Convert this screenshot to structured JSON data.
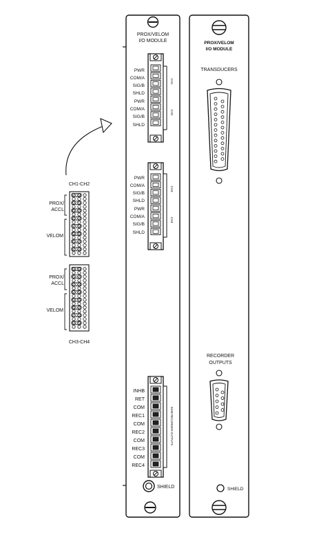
{
  "side_module": {
    "title_line1": "PROX/VELOM",
    "title_line2": "I/O MODULE",
    "terminal_block_1": {
      "labels": [
        "PWR",
        "COM/A",
        "SIG/B",
        "SHLD",
        "PWR",
        "COM/A",
        "SIG/B",
        "SHLD"
      ],
      "channel_tags": [
        "CH1",
        "CH2"
      ]
    },
    "terminal_block_2": {
      "labels": [
        "PWR",
        "COM/A",
        "SIG/B",
        "SHLD",
        "PWR",
        "COM/A",
        "SIG/B",
        "SHLD"
      ],
      "channel_tags": [
        "CH3",
        "CH4"
      ]
    },
    "terminal_block_3": {
      "labels": [
        "INHB",
        "RET",
        "COM",
        "REC1",
        "COM",
        "REC2",
        "COM",
        "REC3",
        "COM",
        "REC4"
      ],
      "vertical_tag": "INHB  RECORDER OUTPUTS"
    },
    "shield_label": "SHIELD"
  },
  "front_module": {
    "title_line1": "PROX/VELOM",
    "title_line2": "I/O MODULE",
    "transducers_label": "TRANSDUCERS",
    "recorder_label_line1": "RECORDER",
    "recorder_label_line2": "OUTPUTS",
    "shield_label": "SHIELD"
  },
  "jumper_detail": {
    "top_caption": "CH1-CH2",
    "bottom_caption": "CH3-CH4",
    "upper": {
      "label_prox": "PROX/",
      "label_accl": "ACCL",
      "label_velom": "VELOM"
    },
    "lower": {
      "label_prox": "PROX/",
      "label_accl": "ACCL",
      "label_velom": "VELOM"
    }
  }
}
